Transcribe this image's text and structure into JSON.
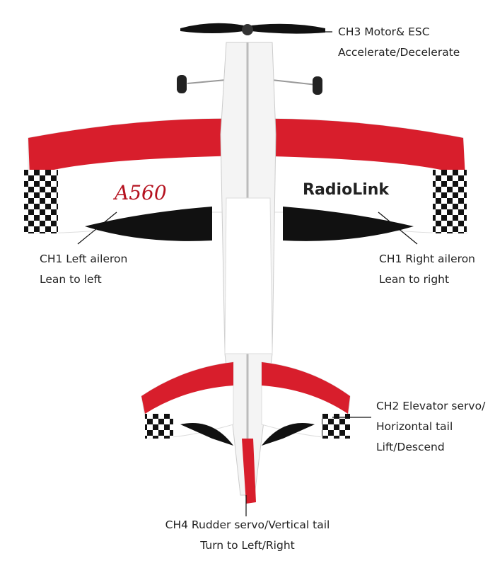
{
  "labels": {
    "ch3": {
      "line1": "CH3 Motor& ESC",
      "line2": "Accelerate/Decelerate"
    },
    "ch1_left": {
      "line1": "CH1 Left aileron",
      "line2": "Lean to left"
    },
    "ch1_right": {
      "line1": "CH1 Right aileron",
      "line2": "Lean to right"
    },
    "ch2": {
      "line1": "CH2 Elevator servo/",
      "line2": "Horizontal tail",
      "line3": "Lift/Descend"
    },
    "ch4": {
      "line1": "CH4 Rudder servo/Vertical tail",
      "line2": "Turn to Left/Right"
    }
  },
  "branding": {
    "model": "A560",
    "brand": "RadioLink"
  },
  "colors": {
    "red": "#d81e2c",
    "black": "#111111",
    "white": "#ffffff"
  }
}
